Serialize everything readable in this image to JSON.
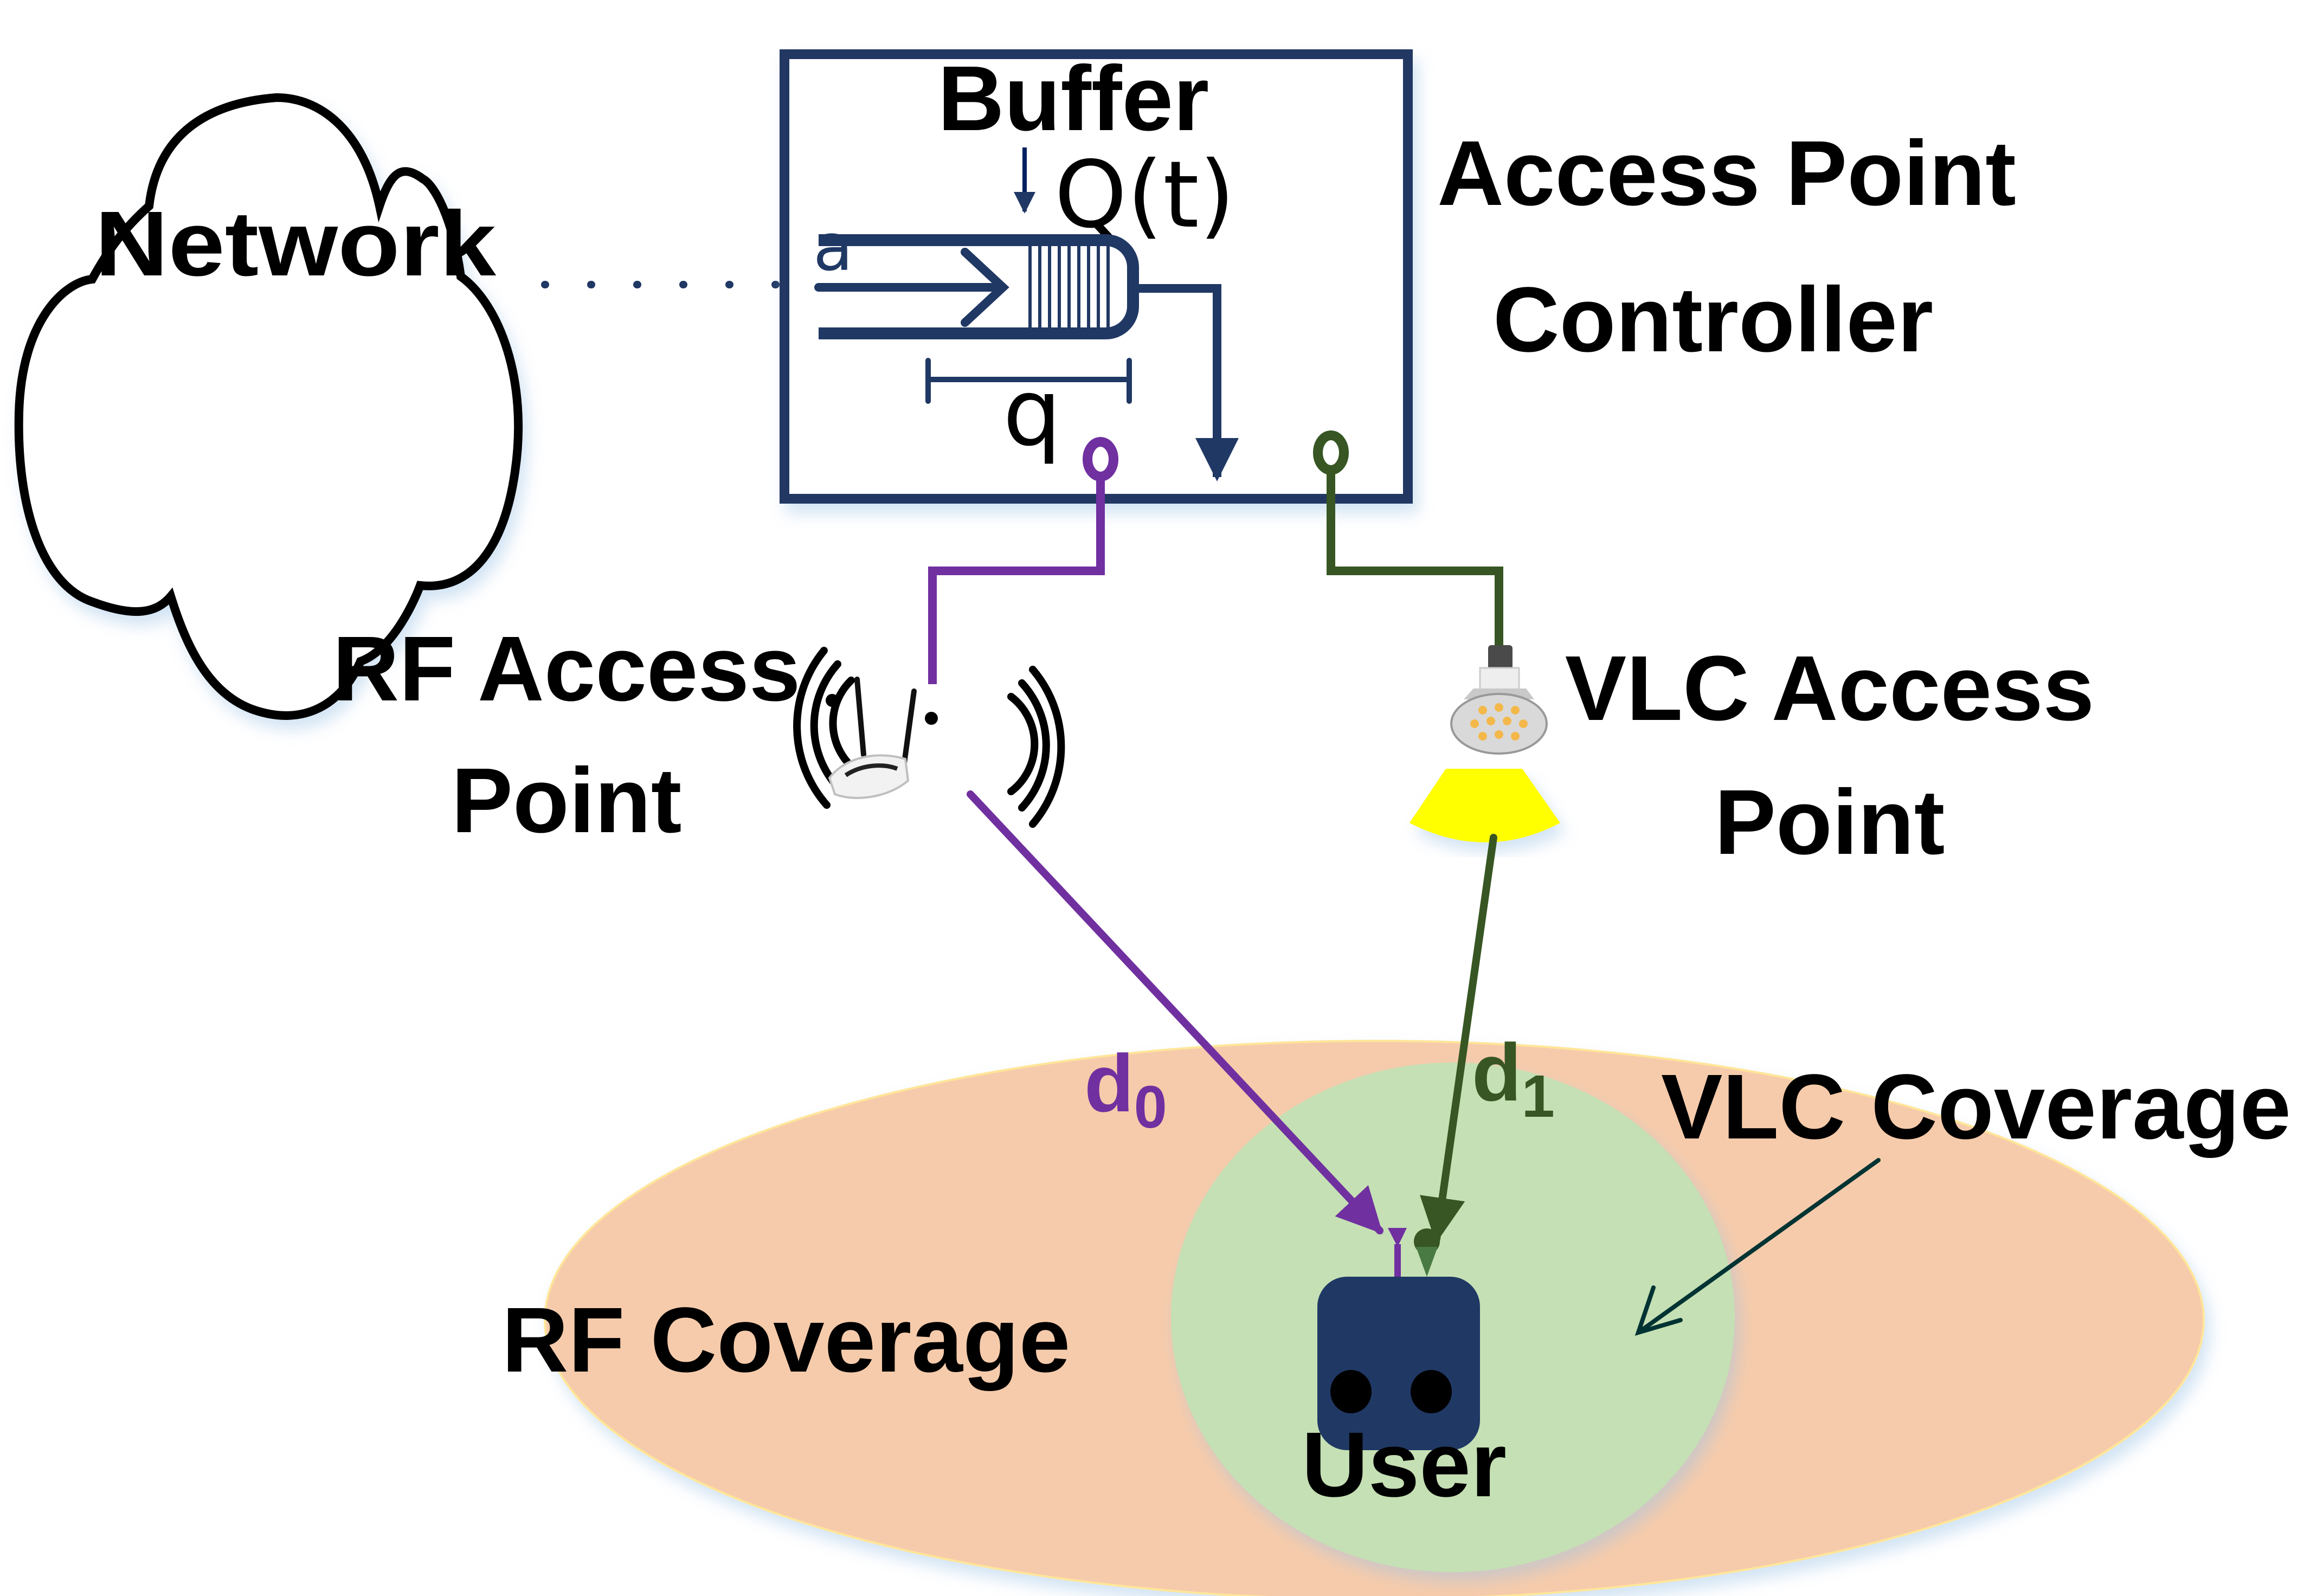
{
  "diagram": {
    "title": "RF/VLC hybrid access point system model",
    "colors": {
      "controller_box": "#203864",
      "rf_link": "#7030a0",
      "vlc_link": "#375623",
      "rf_coverage": "#f6cbab",
      "vlc_coverage": "#c5e0b4",
      "vlc_beam": "#ffff00",
      "user_body": "#203864",
      "text": "#000000"
    },
    "network": {
      "label": "Network"
    },
    "controller": {
      "label_line1": "Access Point",
      "label_line2": "Controller",
      "buffer": {
        "title": "Buffer",
        "queue_label": "Q(t)",
        "arrival_label": "a",
        "length_label": "q"
      }
    },
    "rf_ap": {
      "label_line1": "RF Access",
      "label_line2": "Point"
    },
    "vlc_ap": {
      "label_line1": "VLC Access",
      "label_line2": "Point"
    },
    "links": {
      "rf": {
        "label": "d",
        "subscript": "0"
      },
      "vlc": {
        "label": "d",
        "subscript": "1"
      }
    },
    "coverage": {
      "rf_label": "RF Coverage",
      "vlc_label": "VLC Coverage"
    },
    "user": {
      "label": "User"
    }
  }
}
